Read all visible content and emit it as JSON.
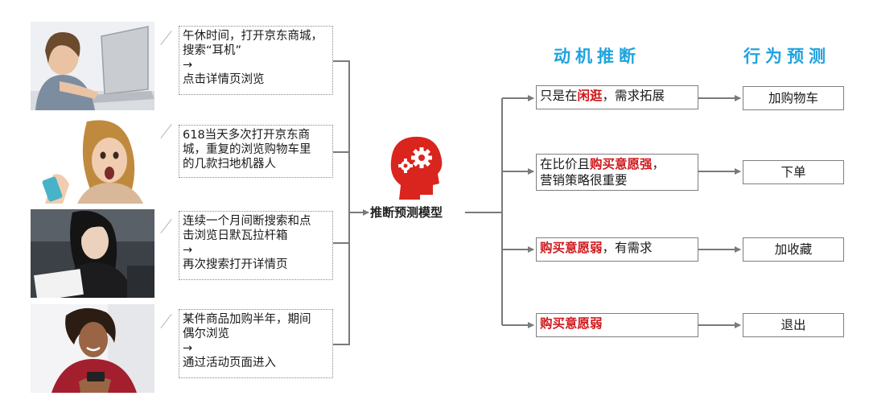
{
  "colors": {
    "accent_blue": "#1fa3de",
    "emphasis_red": "#d0181d",
    "connector_gray": "#7a7a7a",
    "icon_red": "#d9251d"
  },
  "scenarios": [
    {
      "photo": "woman-at-laptop-photo",
      "lines": [
        "午休时间，打开京东商城，",
        "搜索“耳机”",
        "→",
        "点击详情页浏览"
      ]
    },
    {
      "photo": "surprised-woman-with-phone-photo",
      "lines": [
        "618当天多次打开京东商",
        "城，重复的浏览购物车里",
        "的几款扫地机器人"
      ]
    },
    {
      "photo": "woman-reading-document-photo",
      "lines": [
        "连续一个月间断搜索和点",
        "击浏览日默瓦拉杆箱",
        "→",
        "再次搜索打开详情页"
      ]
    },
    {
      "photo": "smiling-woman-with-phone-photo",
      "lines": [
        "某件商品加购半年，期间",
        "偶尔浏览",
        "→",
        "通过活动页面进入"
      ]
    }
  ],
  "model": {
    "label": "推断预测模型",
    "icon": "head-with-gears-icon"
  },
  "headers": {
    "motive": "动机推断",
    "behavior": "行为预测"
  },
  "motives": [
    {
      "lines": [
        [
          {
            "t": "只是在",
            "em": false
          },
          {
            "t": "闲逛",
            "em": true
          },
          {
            "t": "，需求拓展",
            "em": false
          }
        ]
      ]
    },
    {
      "lines": [
        [
          {
            "t": "在比价且",
            "em": false
          },
          {
            "t": "购买意愿强",
            "em": true
          },
          {
            "t": "，",
            "em": false
          }
        ],
        [
          {
            "t": "营销策略很重要",
            "em": false
          }
        ]
      ]
    },
    {
      "lines": [
        [
          {
            "t": "购买意愿弱",
            "em": true
          },
          {
            "t": "，有需求",
            "em": false
          }
        ]
      ]
    },
    {
      "lines": [
        [
          {
            "t": "购买意愿弱",
            "em": true
          }
        ]
      ]
    }
  ],
  "outcomes": [
    "加购物车",
    "下单",
    "加收藏",
    "退出"
  ]
}
